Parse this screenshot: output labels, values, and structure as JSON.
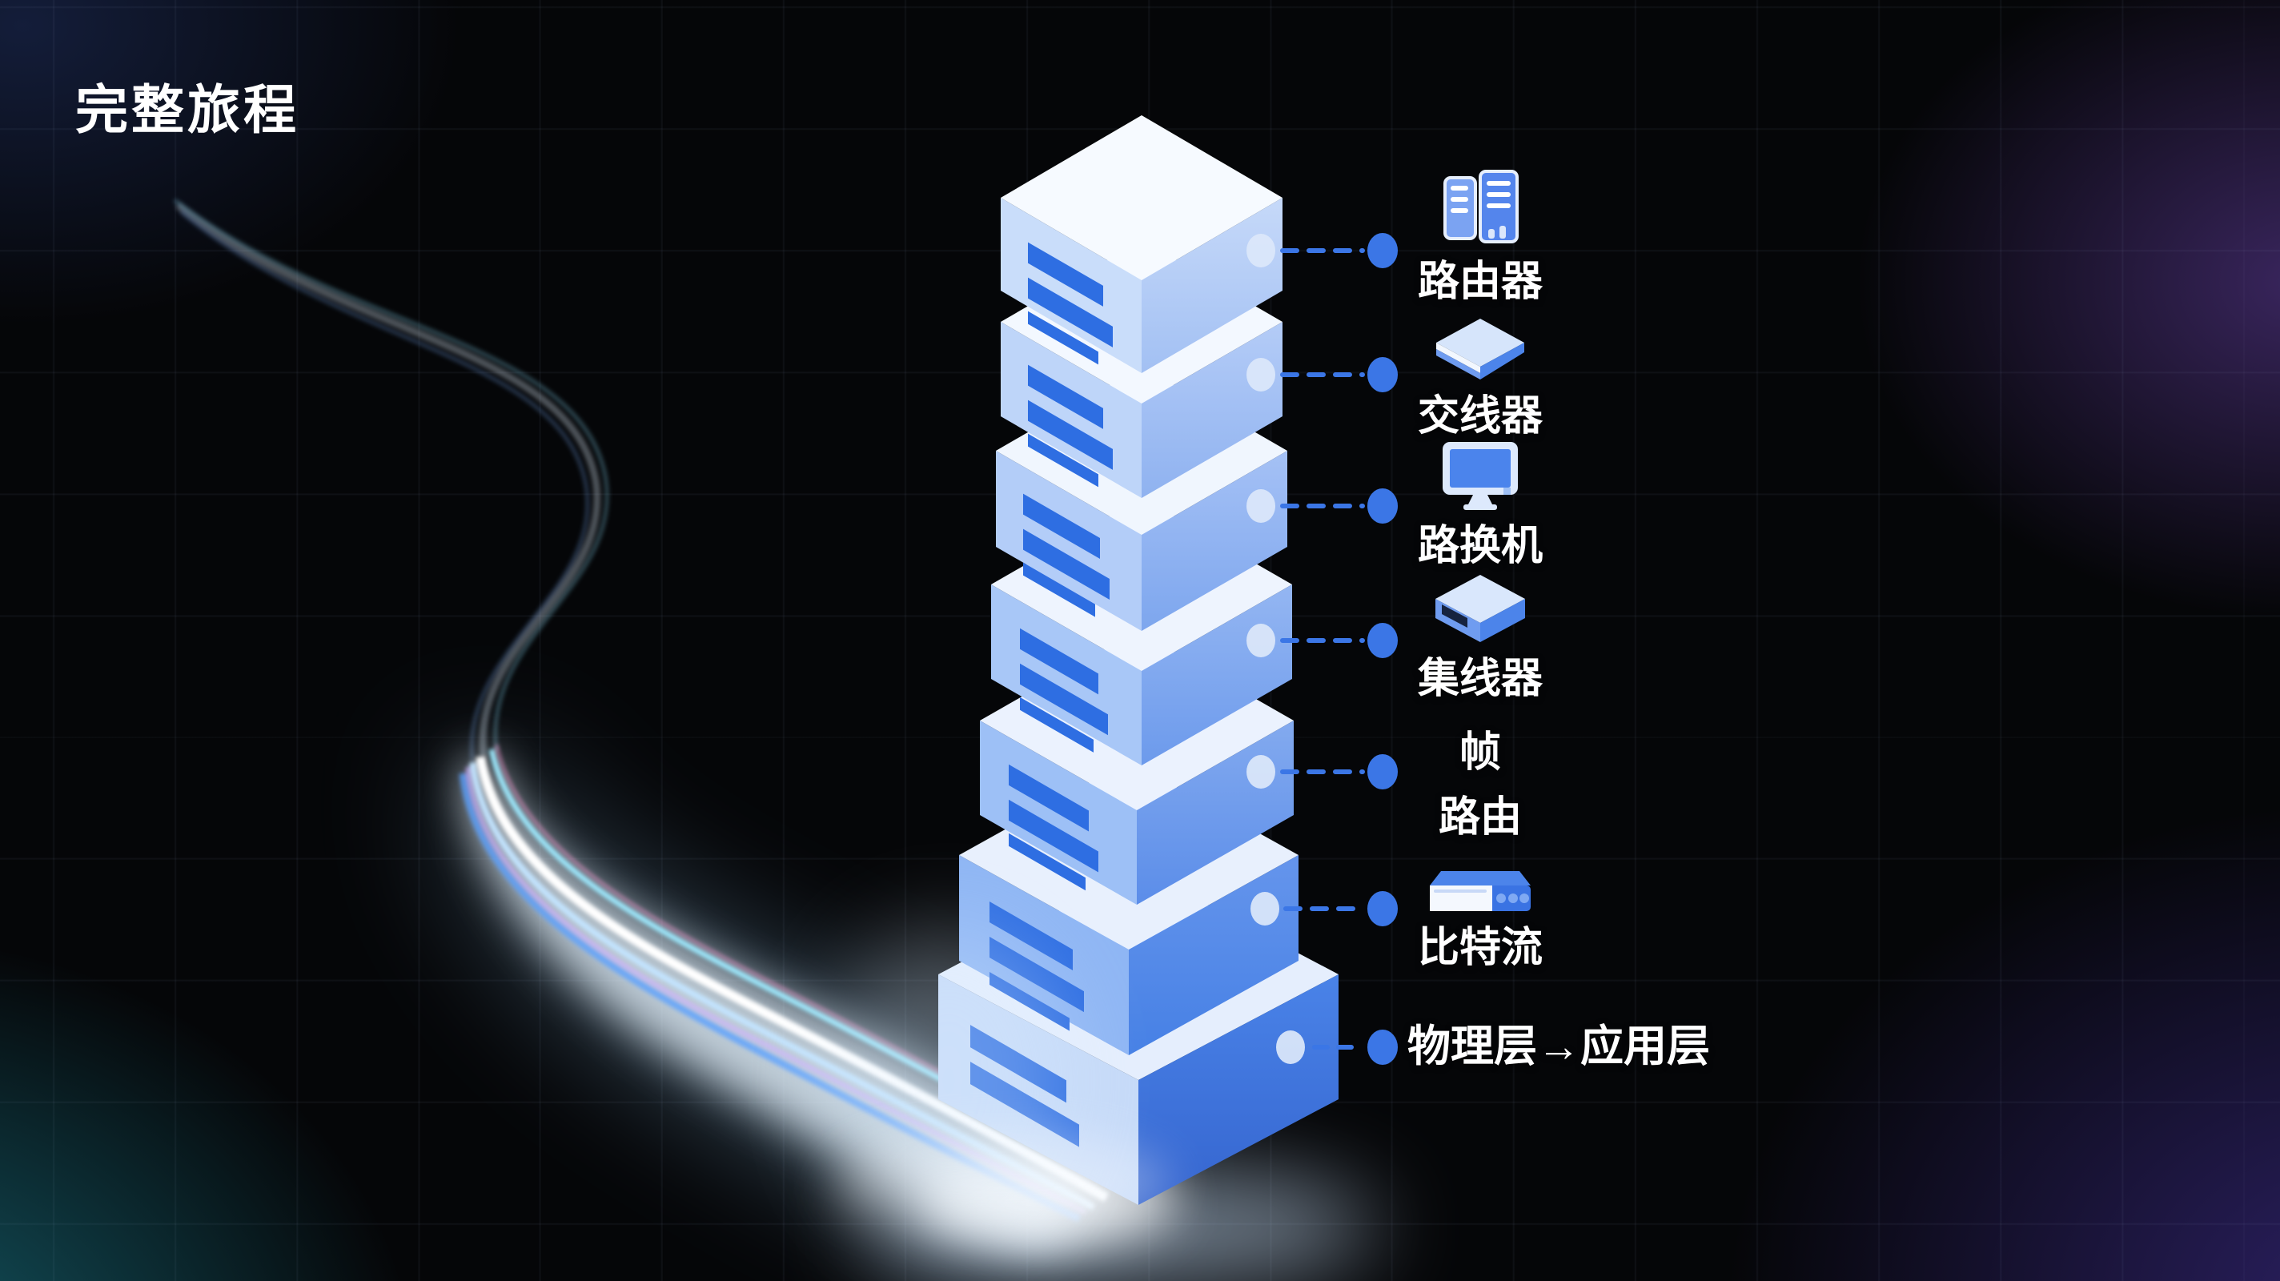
{
  "title": "完整旅程",
  "rows": [
    {
      "label": "路由器",
      "icon": "router-icon"
    },
    {
      "label": "交线器",
      "icon": "switch-icon"
    },
    {
      "label": "路换机",
      "icon": "monitor-icon"
    },
    {
      "label": "集线器",
      "icon": "hub-icon"
    },
    {
      "label": "帧",
      "sublabel": "路由"
    },
    {
      "label": "比特流",
      "icon": "modem-icon"
    },
    {
      "label": "物理层→应用层"
    }
  ],
  "colors": {
    "accent": "#3b76e6",
    "bg": "#050608",
    "text": "#ffffff",
    "stripe": "#2e6ee2",
    "teal-glow": "#1f98ac",
    "purple-glow": "#4d3690",
    "navy-glow": "#22346b",
    "box-light": "#c9ddfa",
    "box-deep": "#3a6fd8",
    "trail-cyan": "#9feaff",
    "trail-purple": "#cdb0ff",
    "trail-pink": "#ff9fd8"
  }
}
